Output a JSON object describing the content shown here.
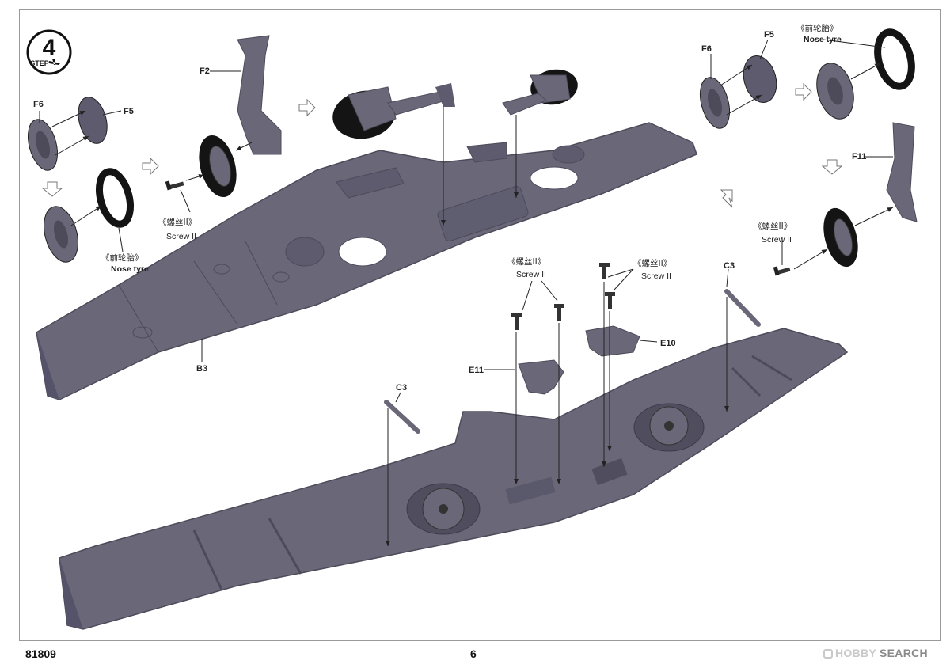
{
  "step": {
    "number": "4",
    "word": "STEP"
  },
  "page": {
    "model_code": "81809",
    "page_number": "6"
  },
  "watermark": {
    "prefix": "HOBBY",
    "suffix": "SEARCH"
  },
  "labels": {
    "f6_left": "F6",
    "f5_left": "F5",
    "f2": "F2",
    "b3": "B3",
    "f6_right": "F6",
    "f5_right": "F5",
    "f11": "F11",
    "c3_right": "C3",
    "c3_left": "C3",
    "e10": "E10",
    "e11": "E11"
  },
  "callouts": {
    "tyre_left": {
      "cn": "《前轮胎》",
      "en": "Nose tyre"
    },
    "tyre_right": {
      "cn": "《前轮胎》",
      "en": "Nose tyre"
    },
    "screw_left": {
      "cn": "《螺丝II》",
      "en": "Screw II"
    },
    "screw_right": {
      "cn": "《螺丝II》",
      "en": "Screw II"
    },
    "screw_mid_a": {
      "cn": "《螺丝II》",
      "en": "Screw II"
    },
    "screw_mid_b": {
      "cn": "《螺丝II》",
      "en": "Screw II"
    }
  },
  "colors": {
    "part_gray": "#6a6878",
    "part_dark": "#4d4b5a",
    "tyre_black": "#141414",
    "line": "#333333"
  }
}
